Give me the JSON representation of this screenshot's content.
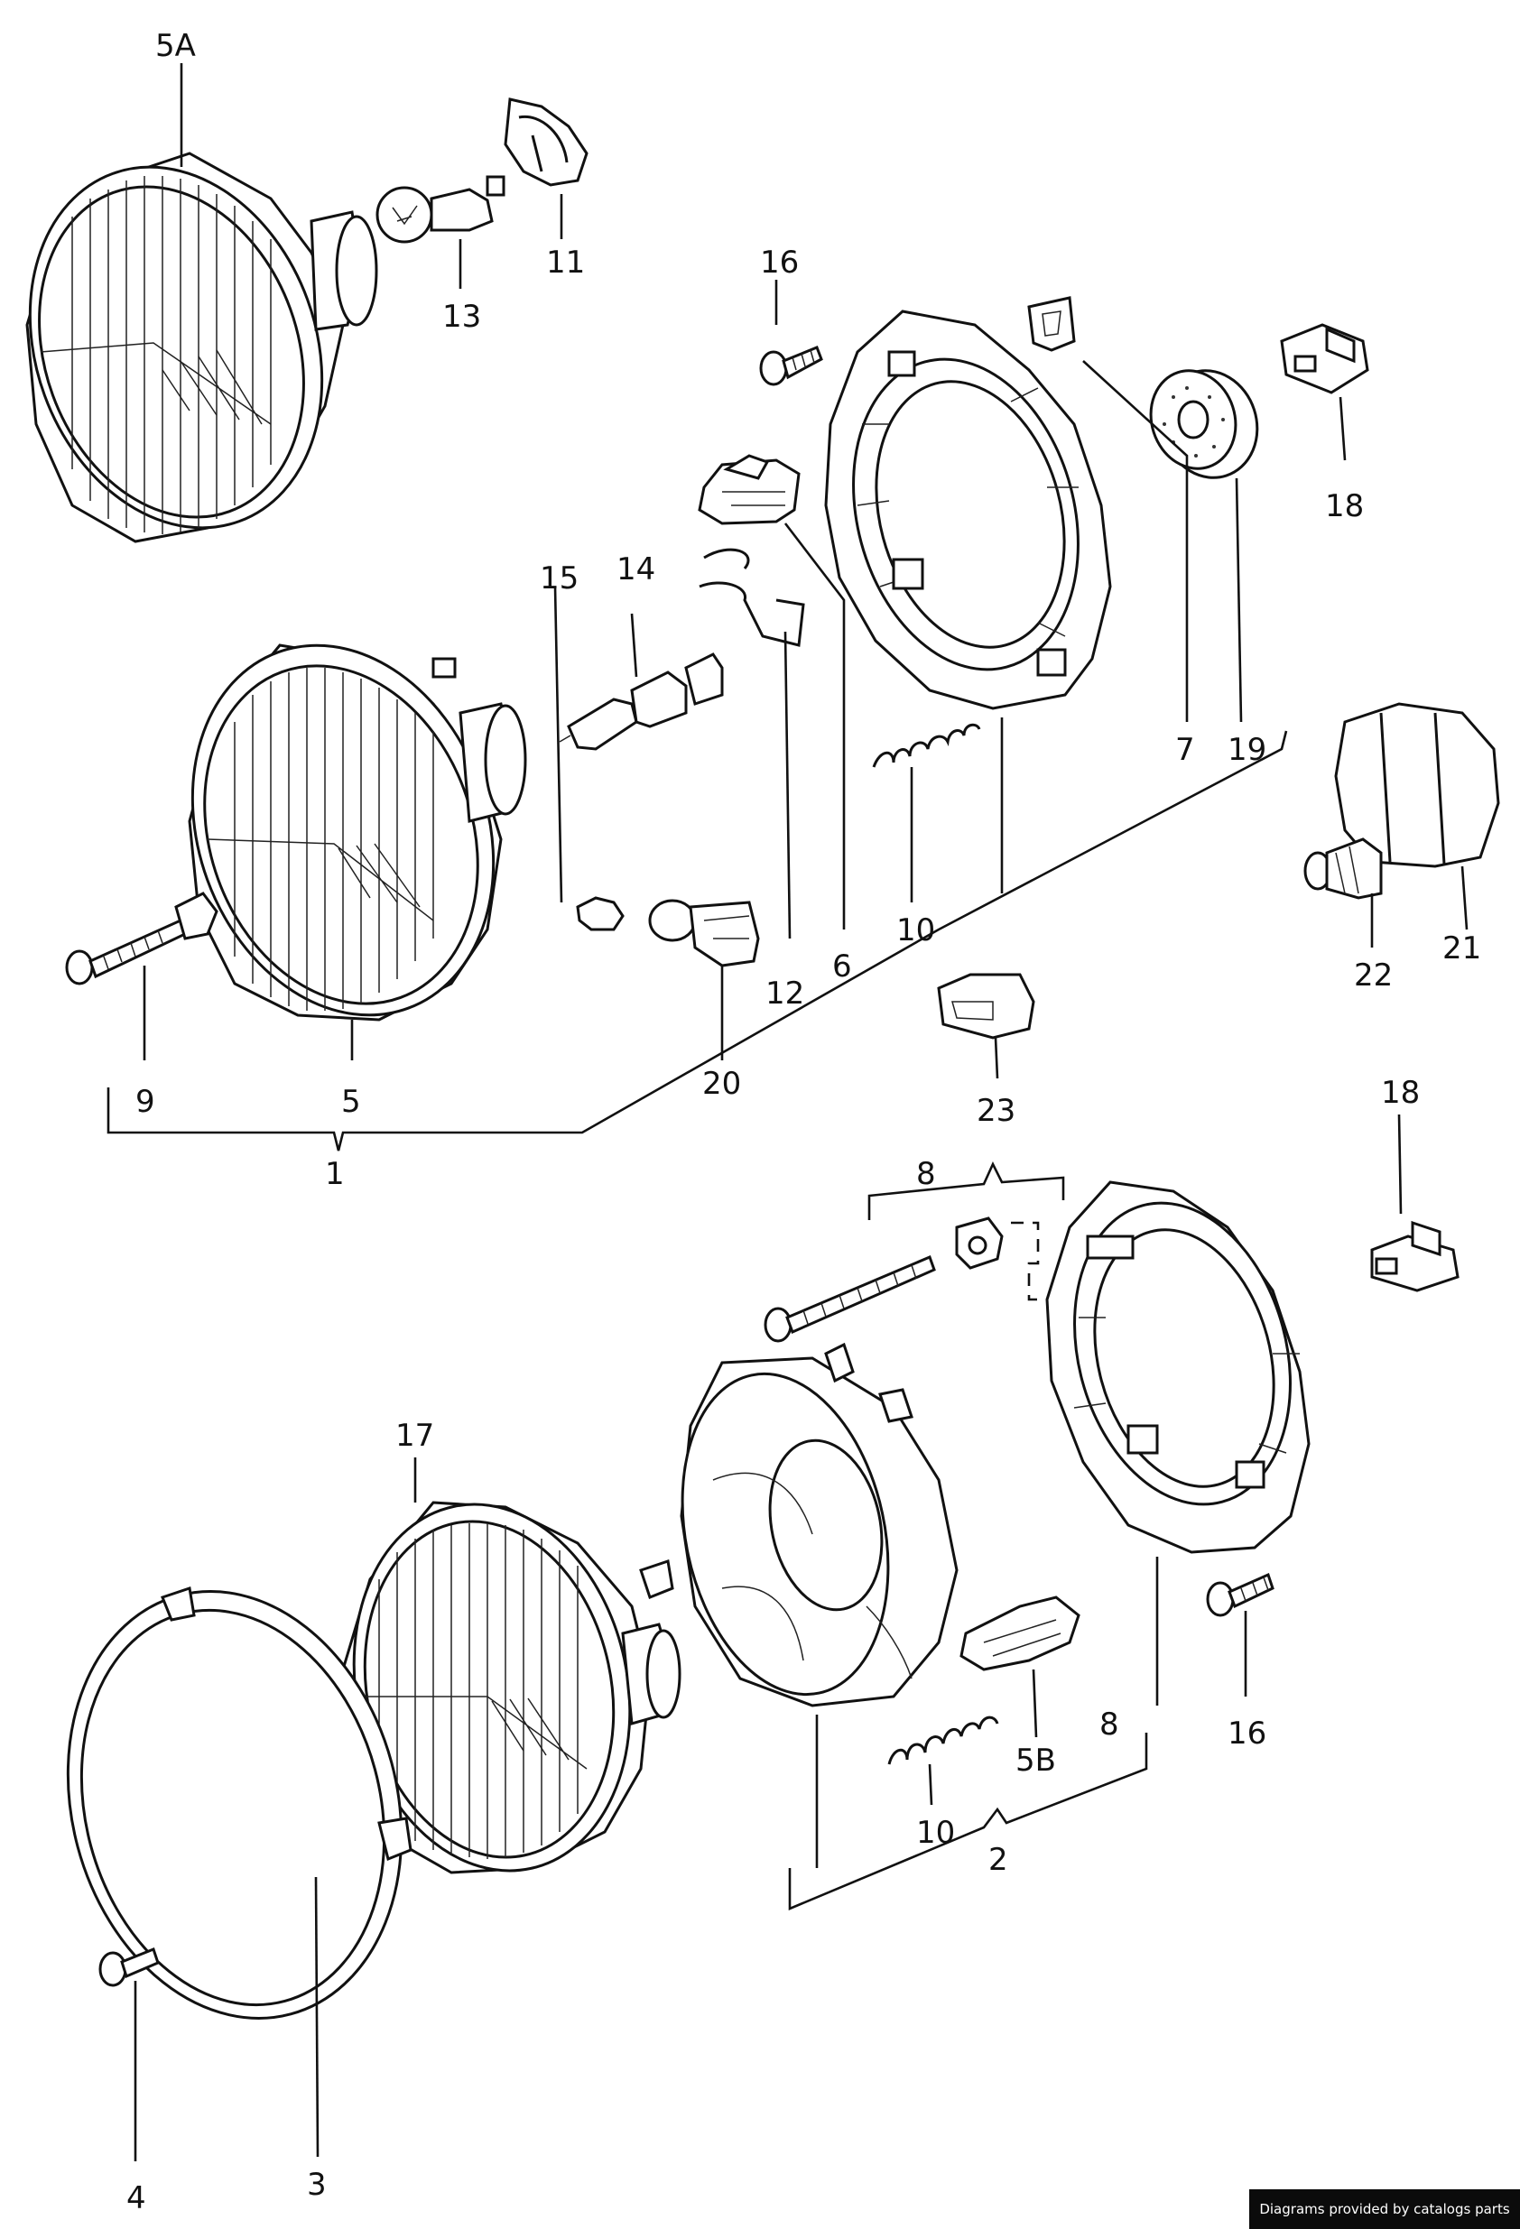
{
  "labels": {
    "l_5a": "5A",
    "l_13": "13",
    "l_11": "11",
    "l_16a": "16",
    "l_18a": "18",
    "l_19": "19",
    "l_7": "7",
    "l_15": "15",
    "l_14": "14",
    "l_12": "12",
    "l_6": "6",
    "l_10a": "10",
    "l_9": "9",
    "l_5": "5",
    "l_20": "20",
    "l_1": "1",
    "l_23": "23",
    "l_22": "22",
    "l_21": "21",
    "l_18b": "18",
    "l_8a": "8",
    "l_17": "17",
    "l_5b": "5B",
    "l_8b": "8",
    "l_16b": "16",
    "l_10b": "10",
    "l_2": "2",
    "l_4": "4",
    "l_3": "3"
  },
  "footer": {
    "credit": "Diagrams provided by catalogs parts"
  }
}
